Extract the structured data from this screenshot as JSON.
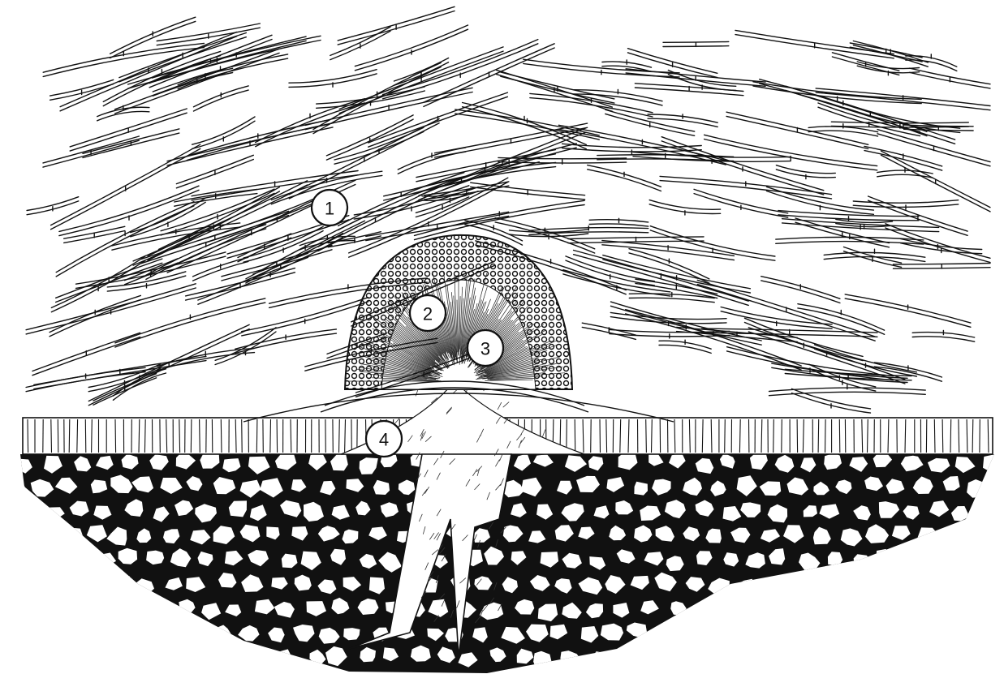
{
  "figure": {
    "labels": [
      {
        "id": "1",
        "text": "1"
      },
      {
        "id": "2",
        "text": "2"
      },
      {
        "id": "3",
        "text": "3"
      },
      {
        "id": "4",
        "text": "4"
      }
    ],
    "colors": {
      "ink": "#111111",
      "paper": "#ffffff"
    }
  }
}
